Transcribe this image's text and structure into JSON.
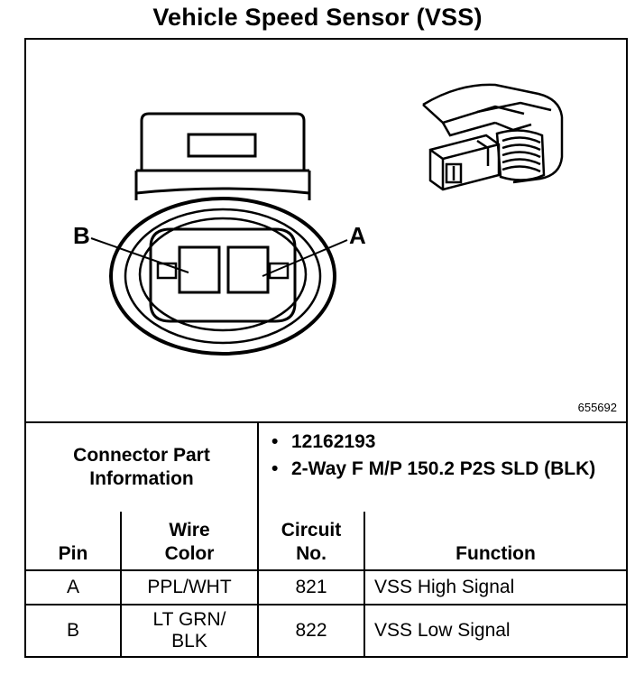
{
  "title": "Vehicle Speed Sensor (VSS)",
  "figure_number": "655692",
  "connector_labels": {
    "pin_b": "B",
    "pin_a": "A"
  },
  "connector_info": {
    "label": "Connector Part Information",
    "items": [
      "12162193",
      "2-Way F M/P 150.2 P2S SLD (BLK)"
    ]
  },
  "table": {
    "headers": [
      "Pin",
      "Wire Color",
      "Circuit No.",
      "Function"
    ],
    "rows": [
      {
        "pin": "A",
        "wire_color": "PPL/WHT",
        "circuit": "821",
        "function": "VSS High Signal"
      },
      {
        "pin": "B",
        "wire_color": "LT GRN/ BLK",
        "circuit": "822",
        "function": "VSS Low Signal"
      }
    ]
  }
}
